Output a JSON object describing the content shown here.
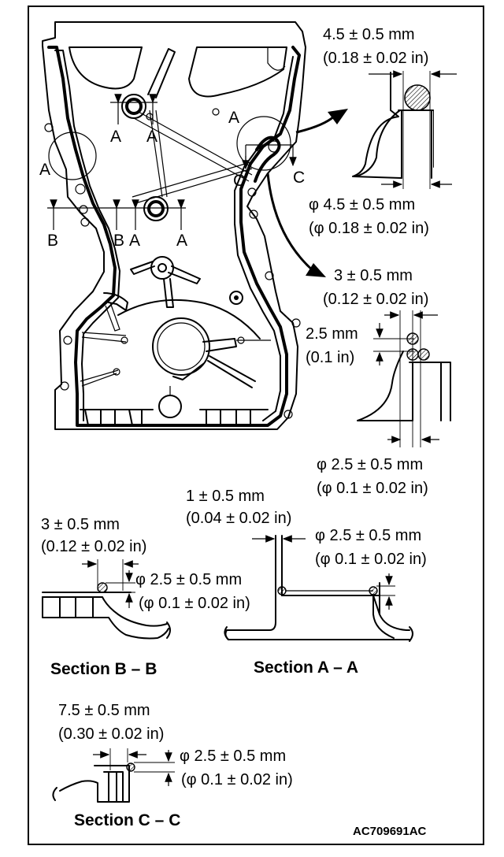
{
  "section_labels": {
    "a": "A",
    "b": "B",
    "c": "C"
  },
  "callout_top": {
    "width_mm": "4.5 ± 0.5 mm",
    "width_in": "(0.18 ± 0.02 in)",
    "dia_mm": "φ 4.5 ± 0.5 mm",
    "dia_in": "(φ 0.18 ± 0.02 in)"
  },
  "callout_mid": {
    "width_mm": "3 ± 0.5 mm",
    "width_in": "(0.12 ± 0.02 in)",
    "gap_mm": "2.5 mm",
    "gap_in": "(0.1 in)",
    "dia_mm": "φ 2.5 ± 0.5 mm",
    "dia_in": "(φ 0.1 ± 0.02 in)"
  },
  "section_bb": {
    "title": "Section B – B",
    "width_mm": "3 ± 0.5 mm",
    "width_in": "(0.12 ± 0.02 in)",
    "dia_mm": "φ 2.5 ± 0.5 mm",
    "dia_in": "(φ 0.1 ± 0.02 in)"
  },
  "section_aa": {
    "title": "Section A – A",
    "width_mm": "1 ± 0.5 mm",
    "width_in": "(0.04 ± 0.02 in)",
    "dia_mm": "φ 2.5 ± 0.5 mm",
    "dia_in": "(φ 0.1 ± 0.02 in)"
  },
  "section_cc": {
    "title": "Section C – C",
    "width_mm": "7.5 ± 0.5 mm",
    "width_in": "(0.30 ± 0.02 in)",
    "dia_mm": "φ 2.5 ± 0.5 mm",
    "dia_in": "(φ 0.1 ± 0.02 in)"
  },
  "figure_code": "AC709691AC"
}
